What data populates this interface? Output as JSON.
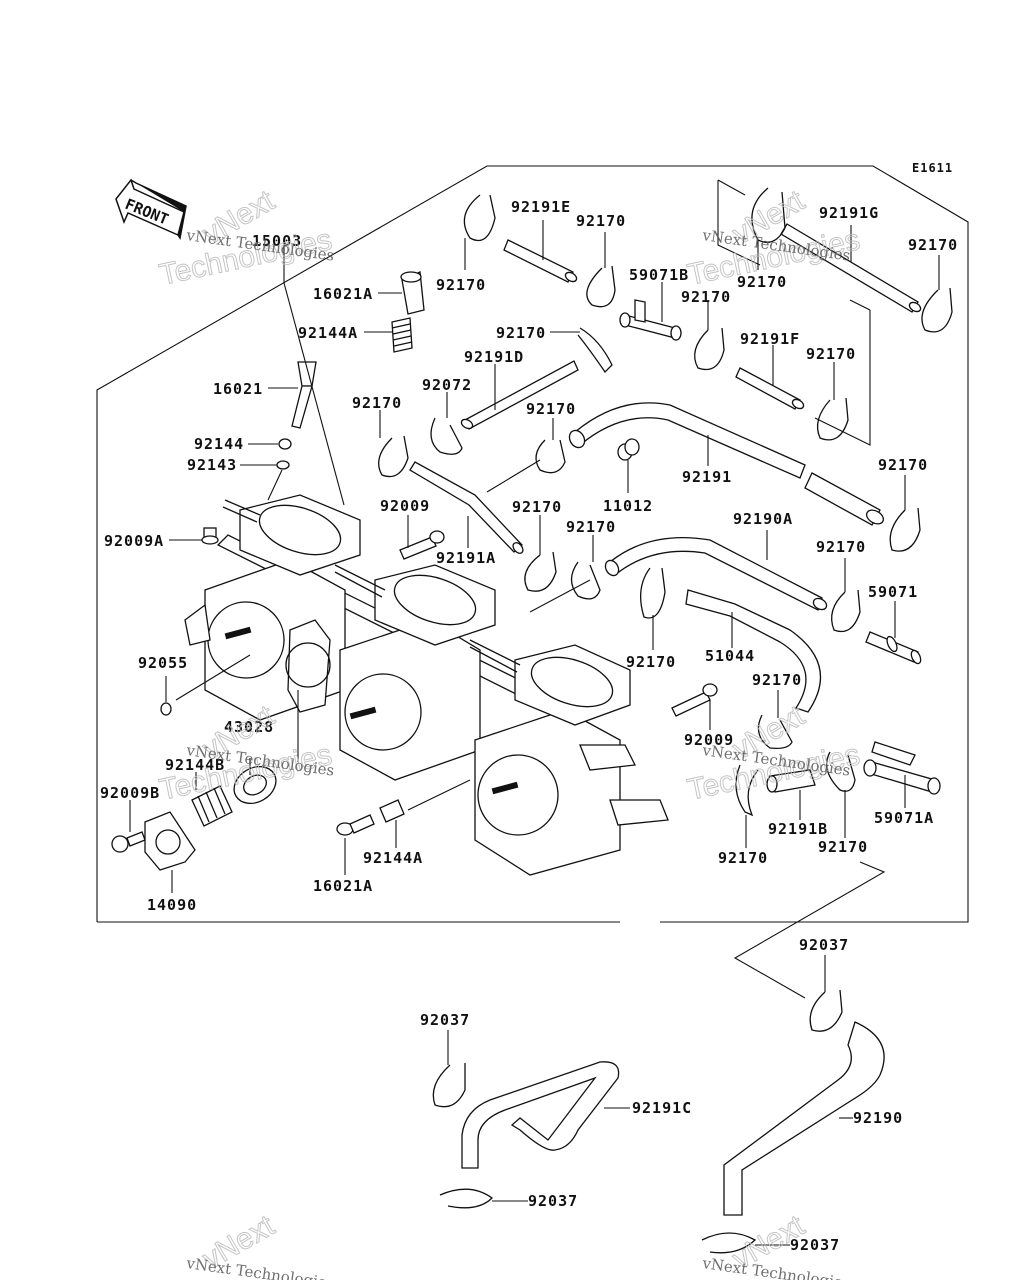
{
  "diagram": {
    "code": "E1611",
    "front_label": "FRONT",
    "watermark": {
      "line1": "vNext Technologies",
      "big1": "vNext",
      "big2": "Technologies"
    },
    "labels": {
      "p15003": "15003",
      "p16021A_top": "16021A",
      "p92144A_top": "92144A",
      "p16021": "16021",
      "p92144": "92144",
      "p92143": "92143",
      "p92009A": "92009A",
      "p92055": "92055",
      "p43028": "43028",
      "p92144B": "92144B",
      "p92009B": "92009B",
      "p14090": "14090",
      "p16021A_bot": "16021A",
      "p92144A_bot": "92144A",
      "p92170_a": "92170",
      "p92191E": "92191E",
      "p92170_b": "92170",
      "p59071B": "59071B",
      "p92170_c": "92170",
      "p92191G": "92191G",
      "p92170_d": "92170",
      "p92170_e": "92170",
      "p92170_f": "92170",
      "p92191D": "92191D",
      "p92072": "92072",
      "p92170_g": "92170",
      "p92170_h": "92170",
      "p92191F": "92191F",
      "p92170_i": "92170",
      "p92191": "92191",
      "p11012": "11012",
      "p92170_j": "92170",
      "p92009": "92009",
      "p92191A": "92191A",
      "p92170_k": "92170",
      "p92170_l": "92170",
      "p92190A": "92190A",
      "p92170_m": "92170",
      "p59071": "59071",
      "p92170_n": "92170",
      "p51044": "51044",
      "p92170_o": "92170",
      "p92009_r": "92009",
      "p92170_p": "92170",
      "p92191B": "92191B",
      "p92170_q": "92170",
      "p59071A": "59071A",
      "p92037_a": "92037",
      "p92037_b": "92037",
      "p92191C": "92191C",
      "p92037_c": "92037",
      "p92190": "92190",
      "p92037_d": "92037"
    }
  }
}
